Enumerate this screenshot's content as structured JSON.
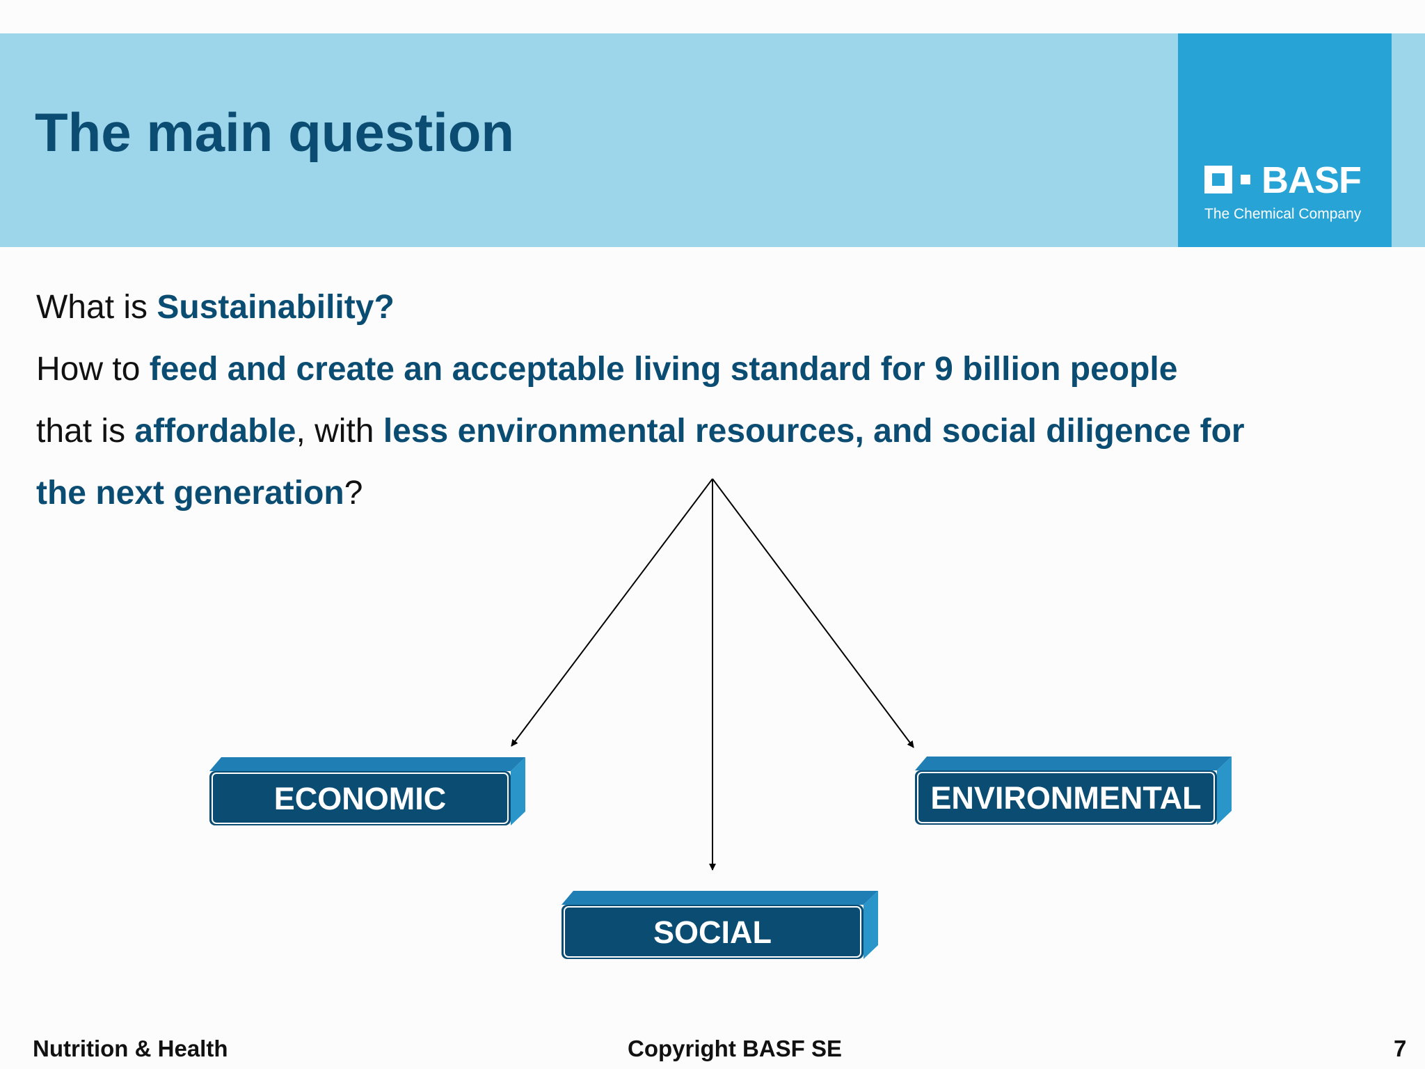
{
  "header": {
    "title": "The main question",
    "logo": {
      "brand": "BASF",
      "tagline": "The Chemical Company"
    }
  },
  "body": {
    "line1": {
      "t1": "What is ",
      "h1": "Sustainability?"
    },
    "line2": {
      "t1": "How to ",
      "h1": "feed and create an acceptable living standard for 9 billion people"
    },
    "line3": {
      "t1": "that is ",
      "h1": "affordable",
      "t2": ", with ",
      "h2": "less environmental resources, and social diligence for"
    },
    "line4": {
      "h1": "the next generation",
      "t1": "?"
    }
  },
  "diagram": {
    "pillars": {
      "economic": "ECONOMIC",
      "environmental": "ENVIRONMENTAL",
      "social": "SOCIAL"
    }
  },
  "footer": {
    "left": "Nutrition & Health",
    "center": "Copyright BASF SE",
    "page_number": "7"
  },
  "colors": {
    "header_band": "#9dd5ea",
    "logo_box": "#27a3d6",
    "title_text": "#0b4c72",
    "pillar_front": "#0b4c72",
    "pillar_top": "#1f7fb4",
    "pillar_side": "#2a95c9"
  }
}
